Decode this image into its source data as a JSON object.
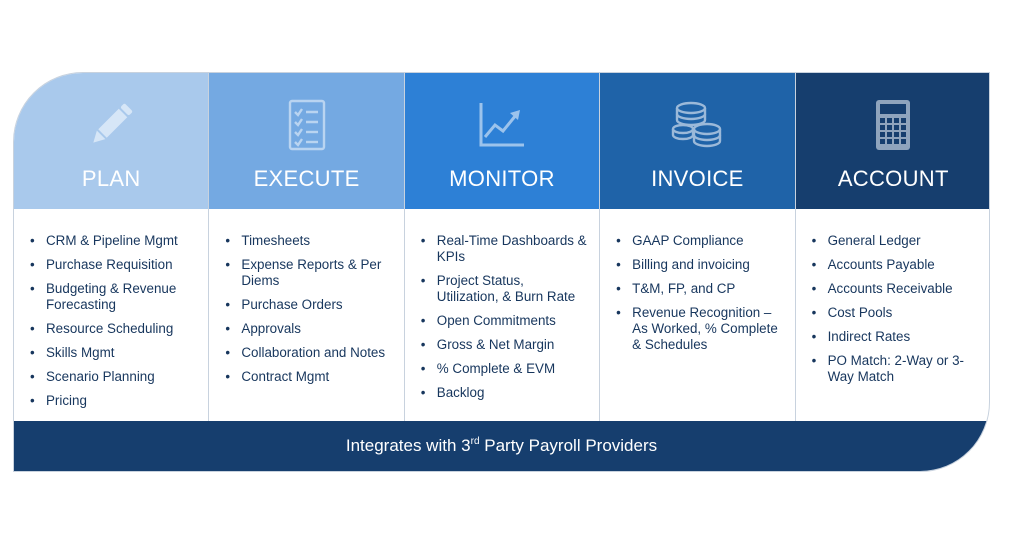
{
  "columns": [
    {
      "key": "plan",
      "title": "PLAN",
      "icon": "pencil-icon",
      "color": "#a9c9ec",
      "items": [
        "CRM & Pipeline Mgmt",
        "Purchase Requisition",
        "Budgeting & Revenue Forecasting",
        "Resource Scheduling",
        "Skills Mgmt",
        "Scenario Planning",
        "Pricing"
      ]
    },
    {
      "key": "execute",
      "title": "EXECUTE",
      "icon": "checklist-icon",
      "color": "#74a9e2",
      "items": [
        "Timesheets",
        "Expense Reports & Per Diems",
        "Purchase Orders",
        "Approvals",
        "Collaboration and Notes",
        "Contract Mgmt"
      ]
    },
    {
      "key": "monitor",
      "title": "MONITOR",
      "icon": "trend-chart-icon",
      "color": "#2d80d6",
      "items": [
        "Real-Time Dashboards & KPIs",
        "Project Status, Utilization, & Burn Rate",
        "Open Commitments",
        "Gross & Net Margin",
        "% Complete & EVM",
        "Backlog"
      ]
    },
    {
      "key": "invoice",
      "title": "INVOICE",
      "icon": "coins-icon",
      "color": "#1f63a8",
      "items": [
        "GAAP Compliance",
        "Billing and invoicing",
        "T&M, FP, and CP",
        "Revenue Recognition – As Worked, % Complete & Schedules"
      ]
    },
    {
      "key": "account",
      "title": "ACCOUNT",
      "icon": "calculator-icon",
      "color": "#163e6e",
      "items": [
        "General Ledger",
        "Accounts Payable",
        "Accounts Receivable",
        "Cost Pools",
        "Indirect Rates",
        "PO Match: 2-Way or 3-Way Match"
      ]
    }
  ],
  "footer": {
    "prefix": "Integrates with 3",
    "superscript": "rd",
    "suffix": " Party Payroll Providers"
  }
}
